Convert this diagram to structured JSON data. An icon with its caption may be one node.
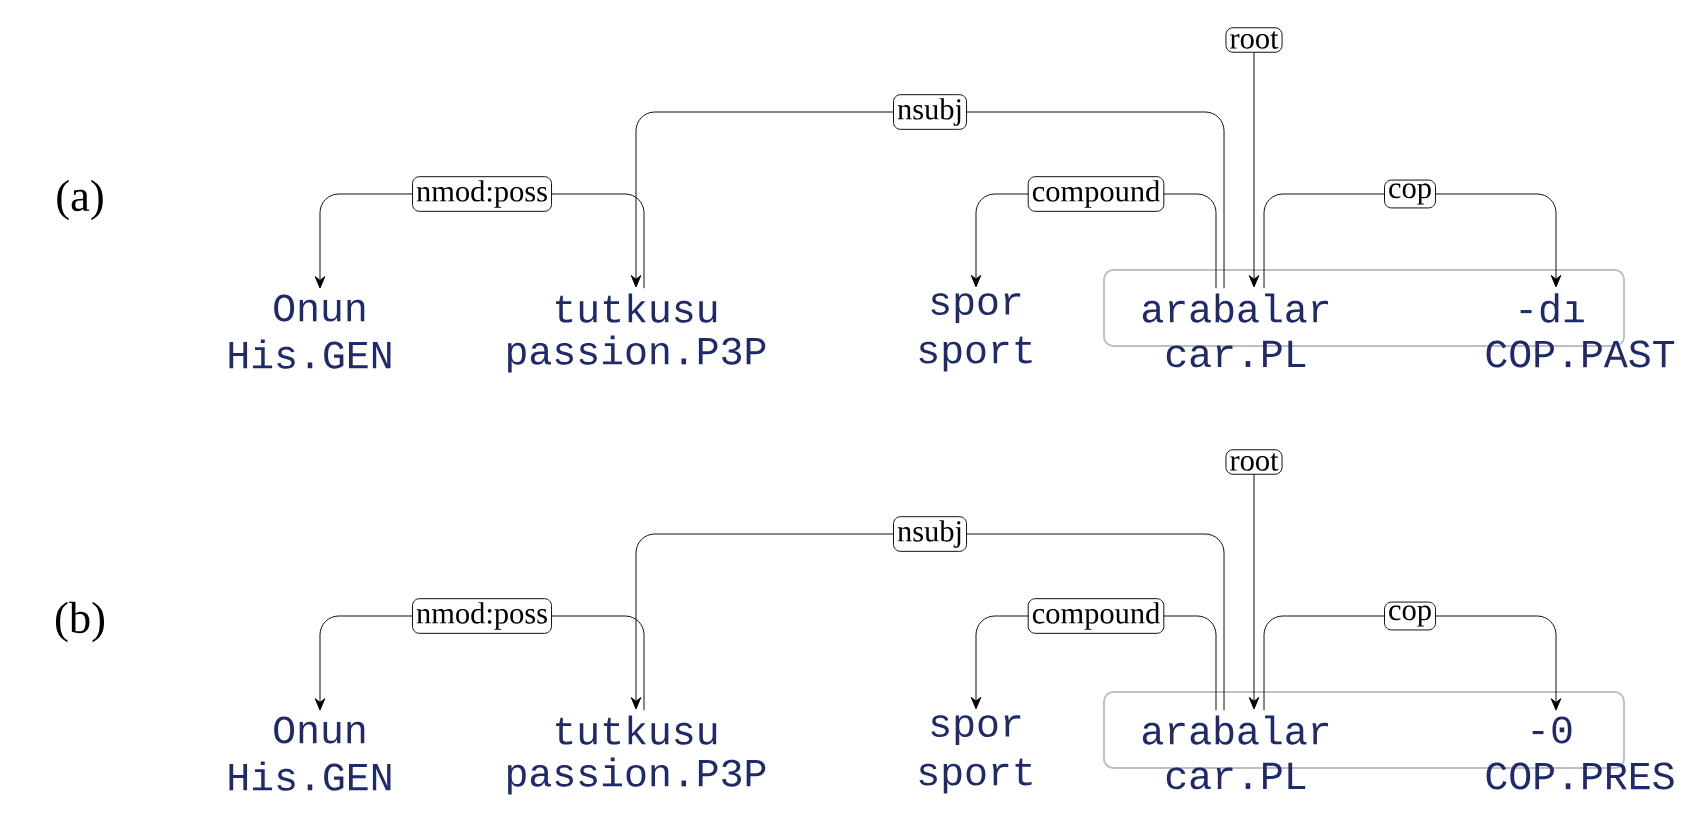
{
  "diagram": {
    "nodes": [
      {
        "text": [
          "Onun"
        ],
        "beside": [
          "His.GEN"
        ]
      },
      {
        "text": [
          "tutkusu"
        ],
        "beside": [
          "passion.P3P"
        ]
      },
      {
        "text": [
          "spor"
        ],
        "beside": [
          "sport"
        ]
      },
      {
        "text": [],
        "shape": "box"
      },
      {
        "text": [
          "arabalar"
        ],
        "beside": [
          "car.PL"
        ],
        "in": 3
      },
      {
        "text": [
          "-dı"
        ],
        "beside": [
          "COP.PAST"
        ],
        "in": 3
      },
      {
        "text": [
          "Onun"
        ],
        "beside": [
          "His.GEN"
        ]
      },
      {
        "text": [
          "tutkusu"
        ],
        "beside": [
          "passion.P3P"
        ]
      },
      {
        "text": [
          "spor"
        ],
        "beside": [
          "sport"
        ]
      },
      {
        "text": [],
        "shape": "box"
      },
      {
        "text": [
          "arabalar"
        ],
        "beside": [
          "car.PL"
        ],
        "in": 9
      },
      {
        "text": [
          "-0"
        ],
        "beside": [
          "COP.PRES"
        ],
        "in": 9
      }
    ],
    "edges": [
      {
        "from": 1,
        "to": 0,
        "arrow": "to",
        "label": "nmod:poss"
      },
      {
        "from": 4,
        "to": 1,
        "arrow": "to",
        "label": "nsubj"
      },
      {
        "from": 4,
        "to": 2,
        "arrow": "to",
        "label": "compound"
      },
      {
        "from": 4,
        "to": 5,
        "arrow": "to",
        "label": "cop"
      },
      {
        "from": null,
        "to": 4,
        "arrow": "to",
        "label": "root"
      },
      {
        "from": 7,
        "to": 6,
        "arrow": "to",
        "label": "nmod:poss"
      },
      {
        "from": 10,
        "to": 7,
        "arrow": "to",
        "label": "nsubj"
      },
      {
        "from": 10,
        "to": 8,
        "arrow": "to",
        "label": "compound"
      },
      {
        "from": 10,
        "to": 11,
        "arrow": "to",
        "label": "cop"
      },
      {
        "from": null,
        "to": 10,
        "arrow": "to",
        "label": "root"
      }
    ],
    "labels": [
      "(a)",
      "(b)"
    ]
  }
}
